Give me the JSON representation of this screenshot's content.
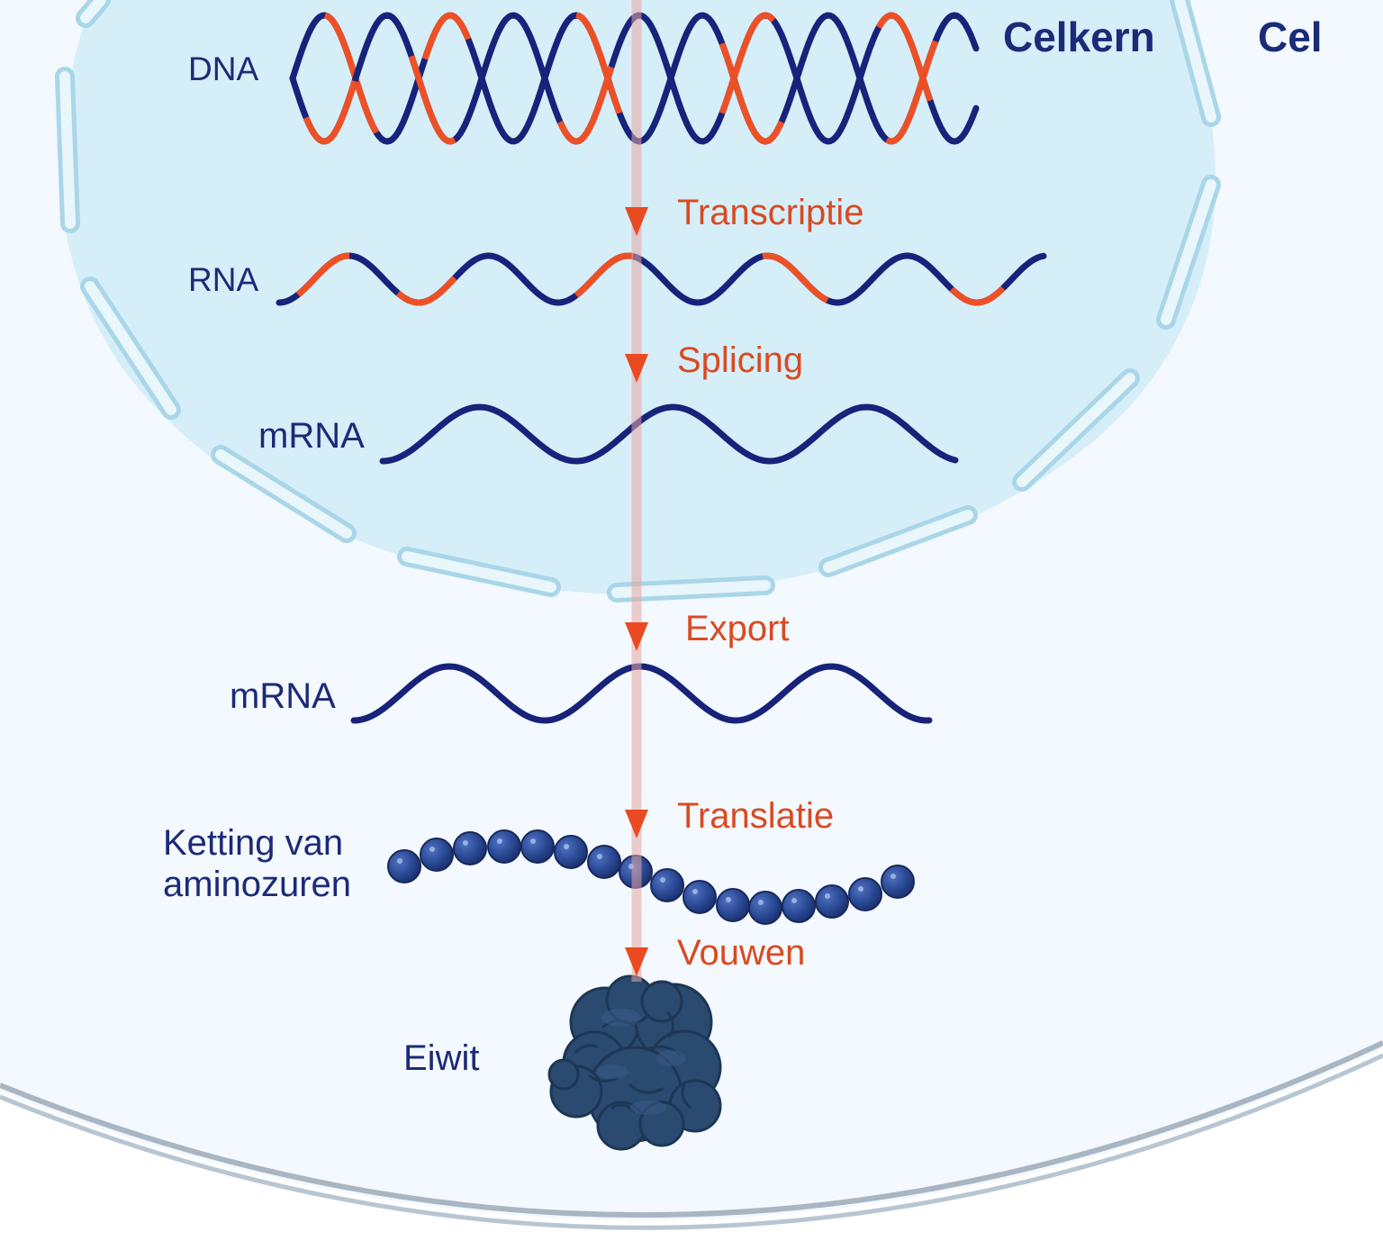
{
  "header": {
    "nucleus_label": "Celkern",
    "cell_label": "Cel"
  },
  "molecules": {
    "dna": "DNA",
    "rna": "RNA",
    "mrna_nucleus": "mRNA",
    "mrna_cytoplasm": "mRNA",
    "amino_chain_line1": "Ketting van",
    "amino_chain_line2": "aminozuren",
    "protein": "Eiwit"
  },
  "steps": {
    "transcription": "Transcriptie",
    "splicing": "Splicing",
    "export": "Export",
    "translation": "Translatie",
    "folding": "Vouwen"
  },
  "colors": {
    "strand": "#17237a",
    "highlight": "#ee5026",
    "arrow": "#ea4a22",
    "nucleus_fill": "#d6eef8",
    "cell_fill": "#f3f9fe",
    "membrane": "#a9d6e8",
    "cell_membrane": "#a9b5c3",
    "bead": "#2d4f9a",
    "protein": "#2a4a70"
  }
}
